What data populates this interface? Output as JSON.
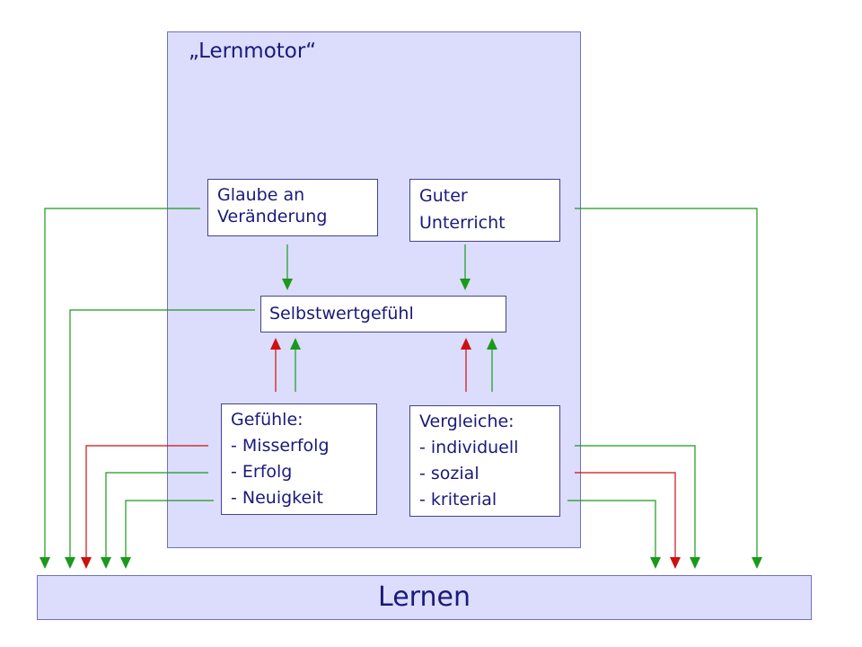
{
  "diagram": {
    "motor_title": "„Lernmotor“",
    "boxes": {
      "glaube": [
        "Glaube an",
        "Veränderung"
      ],
      "unterricht": [
        "Guter",
        "Unterricht"
      ],
      "selbstwert": [
        "Selbstwertgefühl"
      ],
      "gefuehle": [
        "Gefühle:",
        "- Misserfolg",
        "- Erfolg",
        "- Neuigkeit"
      ],
      "vergleiche": [
        "Vergleiche:",
        "- individuell",
        "- sozial",
        "- kriterial"
      ]
    },
    "bottom_label": "Lernen",
    "colors": {
      "motor_fill": "#dcdcfc",
      "text": "#1a1a7a",
      "positive_arrow": "#1a9a1a",
      "negative_arrow": "#cc1010"
    }
  }
}
